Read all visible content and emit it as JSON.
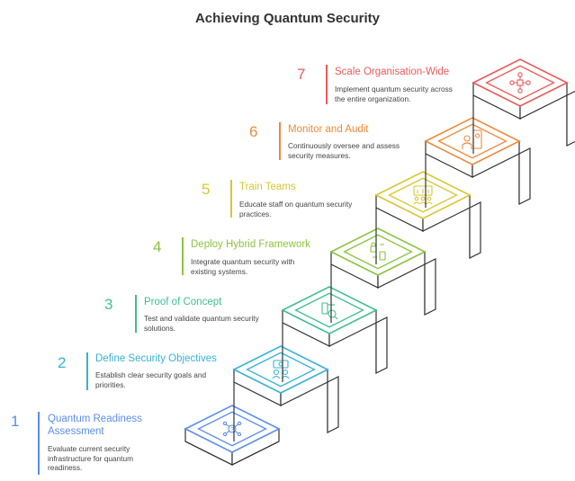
{
  "title": "Achieving Quantum Security",
  "steps": [
    {
      "num": "1",
      "title": "Quantum Readiness Assessment",
      "desc": "Evaluate current security infrastructure for quantum readiness.",
      "color": "#5b8def",
      "icon": "network-question-icon"
    },
    {
      "num": "2",
      "title": "Define Security Objectives",
      "desc": "Establish clear security goals and priorities.",
      "color": "#34b3d6",
      "icon": "team-target-icon"
    },
    {
      "num": "3",
      "title": "Proof of Concept",
      "desc": "Test and validate quantum security solutions.",
      "color": "#3fbf8f",
      "icon": "experiment-icon"
    },
    {
      "num": "4",
      "title": "Deploy Hybrid Framework",
      "desc": "Integrate quantum security with existing systems.",
      "color": "#8ac43f",
      "icon": "lock-sync-icon"
    },
    {
      "num": "5",
      "title": "Train Teams",
      "desc": "Educate staff on quantum security practices.",
      "color": "#d8c82e",
      "icon": "classroom-icon"
    },
    {
      "num": "6",
      "title": "Monitor and Audit",
      "desc": "Continuously oversee and assess security measures.",
      "color": "#ee8a3a",
      "icon": "audit-icon"
    },
    {
      "num": "7",
      "title": "Scale Organisation-Wide",
      "desc": "Implement quantum security across the entire organization.",
      "color": "#ec5a5a",
      "icon": "organization-network-icon"
    }
  ]
}
